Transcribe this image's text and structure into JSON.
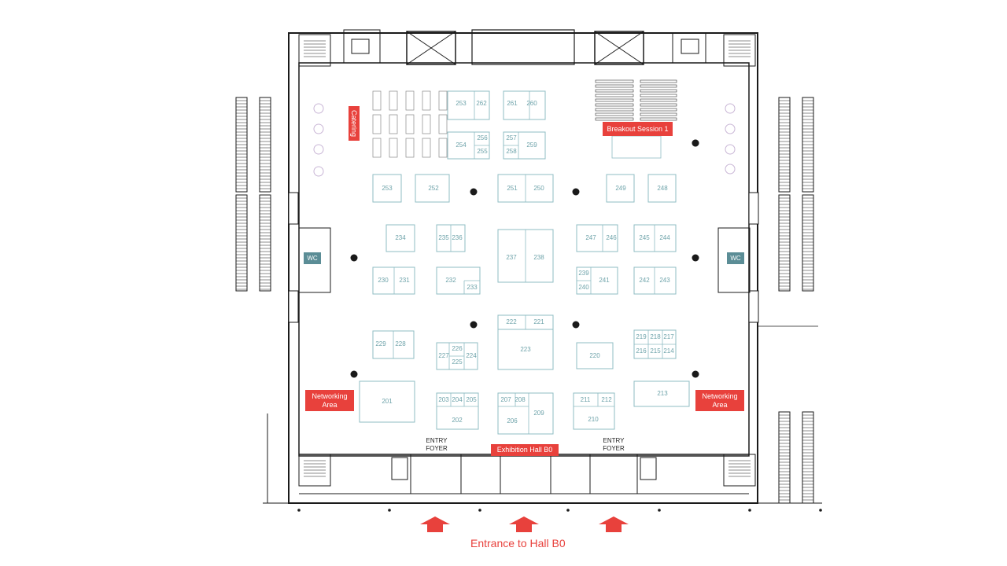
{
  "colors": {
    "wall": "#1a1a1a",
    "booth": "#8fbcc3",
    "booth_text": "#6ea3aa",
    "accent_red": "#e8413c",
    "wc_teal": "#5b8d96",
    "furniture_purple": "#c9b6d6"
  },
  "labels": {
    "catering": "Catering",
    "breakout": "Breakout Session 1",
    "networking_left": "Networking\nArea",
    "networking_right": "Networking\nArea",
    "exhibition_hall": "Exhibition Hall B0",
    "wc_left": "WC",
    "wc_right": "WC",
    "entry_foyer_left": "ENTRY\nFOYER",
    "entry_foyer_right": "ENTRY\nFOYER",
    "entrance": "Entrance to Hall B0"
  },
  "booths": [
    "253",
    "262",
    "261",
    "260",
    "254",
    "256",
    "255",
    "257",
    "258",
    "259",
    "253",
    "252",
    "251",
    "250",
    "249",
    "248",
    "234",
    "235",
    "236",
    "237",
    "238",
    "247",
    "246",
    "245",
    "244",
    "230",
    "231",
    "232",
    "233",
    "239",
    "240",
    "241",
    "242",
    "243",
    "222",
    "221",
    "223",
    "229",
    "228",
    "227",
    "226",
    "225",
    "224",
    "220",
    "219",
    "218",
    "217",
    "216",
    "215",
    "214",
    "201",
    "203",
    "204",
    "205",
    "202",
    "207",
    "208",
    "206",
    "209",
    "211",
    "212",
    "210",
    "213"
  ]
}
